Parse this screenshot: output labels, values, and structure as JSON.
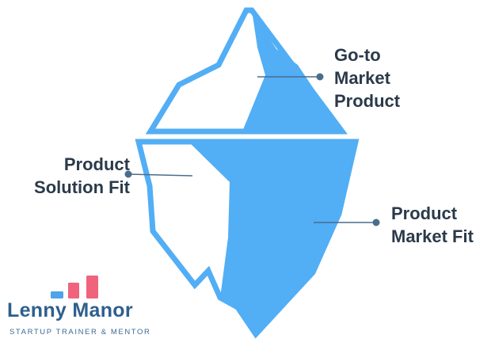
{
  "labels": {
    "go_to_market": [
      "Go-to",
      "Market",
      "Product"
    ],
    "product_solution_fit": [
      "Product",
      "Solution Fit"
    ],
    "product_market_fit": [
      "Product",
      "Market Fit"
    ]
  },
  "brand": {
    "name": "Lenny Manor",
    "tagline": "STARTUP TRAINER & MENTOR",
    "logo_colors": [
      "#4fa3e8",
      "#f0637c",
      "#f0637c"
    ]
  },
  "colors": {
    "iceberg": "#52aef5",
    "connector": "#4a6d8c",
    "label_text": "#2b3a4a",
    "brand_text": "#2e5f8e"
  }
}
